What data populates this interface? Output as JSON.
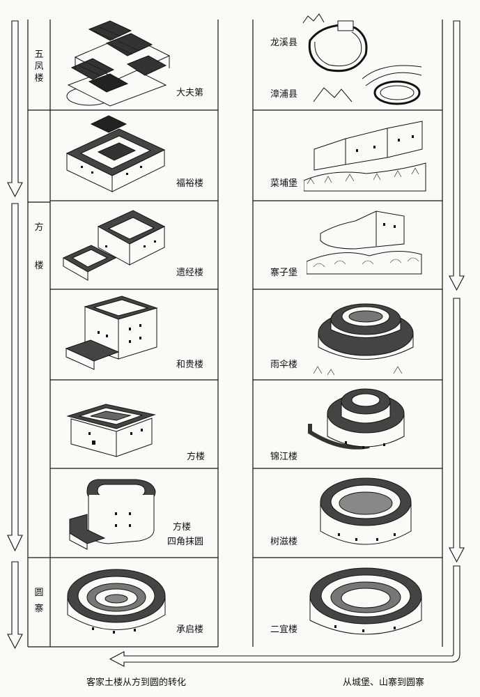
{
  "categories": {
    "wufeng": "五凤楼",
    "fang": [
      "方",
      "楼"
    ],
    "yuan": [
      "圆",
      "寨"
    ]
  },
  "left_column": [
    {
      "label": "大夫第",
      "icon": "wufeng-compound-icon"
    },
    {
      "label": "福裕楼",
      "icon": "square-compound-icon"
    },
    {
      "label": "遗经楼",
      "icon": "square-compound-icon"
    },
    {
      "label": "和贵楼",
      "icon": "square-tower-icon"
    },
    {
      "label": "方楼",
      "icon": "square-tower-icon"
    },
    {
      "label": "方楼",
      "label2": "四角抹圆",
      "icon": "rounded-square-tower-icon"
    },
    {
      "label": "承启楼",
      "icon": "round-tulou-icon"
    }
  ],
  "right_column": [
    {
      "labels": [
        "龙溪县",
        "漳浦县"
      ],
      "icon": "fortified-town-map-icon"
    },
    {
      "label": "菜埔堡",
      "icon": "hill-fort-icon"
    },
    {
      "label": "寨子堡",
      "icon": "hill-fort-icon"
    },
    {
      "label": "雨伞楼",
      "icon": "round-tulou-icon"
    },
    {
      "label": "锦江楼",
      "icon": "round-tulou-icon"
    },
    {
      "label": "树滋楼",
      "icon": "round-tulou-icon"
    },
    {
      "label": "二宜楼",
      "icon": "round-tulou-icon"
    }
  ],
  "captions": {
    "left": "客家土楼从方到圆的转化",
    "right": "从城堡、山寨到圆寨"
  },
  "colors": {
    "ink": "#111111",
    "paper": "#fbfaf6"
  }
}
